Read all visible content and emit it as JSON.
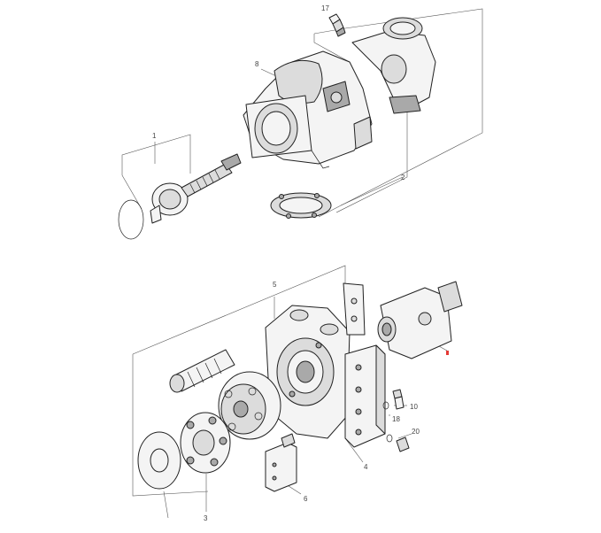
{
  "callouts": {
    "c1": "1",
    "c2": "2",
    "c3": "3",
    "c4": "4",
    "c5": "5",
    "c6": "6",
    "c8": "8",
    "c10": "10",
    "c17": "17",
    "c18": "18",
    "c20": "20"
  },
  "colors": {
    "line": "#222222",
    "shade_light": "#f4f4f4",
    "shade_mid": "#dcdcdc",
    "shade_dark": "#a9a9a9",
    "marker": "#e53935"
  },
  "icons": [
    "exploded-pump-diagram"
  ]
}
